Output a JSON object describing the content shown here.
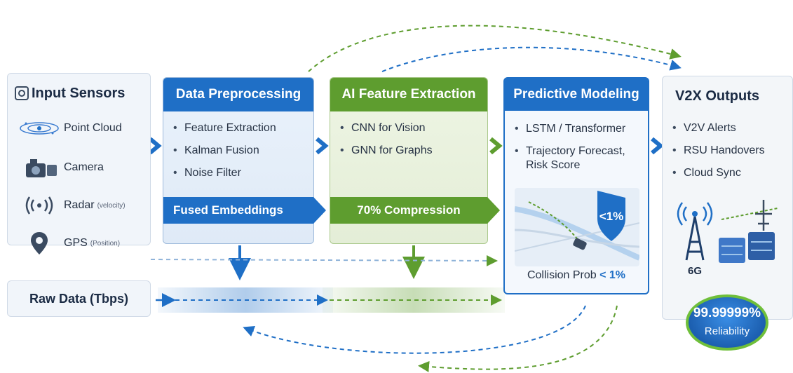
{
  "input": {
    "title": "Input Sensors",
    "sensors": [
      {
        "label": "Point Cloud",
        "sub": "",
        "icon": "point-cloud-icon"
      },
      {
        "label": "Camera",
        "sub": "",
        "icon": "camera-icon"
      },
      {
        "label": "Radar",
        "sub": "(velocity)",
        "icon": "radar-icon"
      },
      {
        "label": "GPS",
        "sub": "(Position)",
        "icon": "gps-pin-icon"
      }
    ],
    "raw_data": "Raw Data (Tbps)"
  },
  "preprocessing": {
    "title": "Data Preprocessing",
    "items": [
      "Feature Extraction",
      "Kalman Fusion",
      "Noise Filter"
    ],
    "banner": "Fused Embeddings"
  },
  "ai": {
    "title": "AI Feature Extraction",
    "items": [
      "CNN for Vision",
      "GNN for Graphs"
    ],
    "banner": "70% Compression"
  },
  "predictive": {
    "title": "Predictive Modeling",
    "items": [
      "LSTM / Transformer",
      "Trajectory Forecast, Risk Score"
    ],
    "shield": "<1%",
    "footer_prefix": "Collision Prob ",
    "footer_value": "< 1%"
  },
  "v2x": {
    "title": "V2X Outputs",
    "items": [
      "V2V Alerts",
      "RSU Handovers",
      "Cloud Sync"
    ],
    "network": "6G",
    "reliability_value": "99.99999%",
    "reliability_label": "Reliability"
  },
  "colors": {
    "blue": "#1f6fc6",
    "green": "#5e9d2f",
    "ring": "#6fbf3a"
  }
}
